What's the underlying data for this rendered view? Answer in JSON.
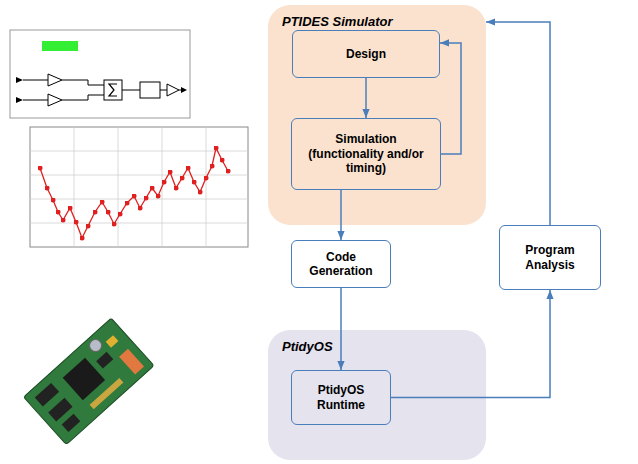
{
  "diagram": {
    "nodes": [
      {
        "text": [
          "PTIDES Simulator"
        ]
      },
      {
        "text": [
          "Design"
        ],
        "in": 0
      },
      {
        "text": [
          "Simulation (functionality and/or timing)"
        ],
        "in": 0
      },
      {
        "text": [
          "Code Generation"
        ]
      },
      {
        "text": [
          "PtidyOS"
        ]
      },
      {
        "text": [
          "PtidyOS Runtime"
        ],
        "in": 4
      },
      {
        "text": [
          "Program Analysis"
        ]
      }
    ],
    "edges": [
      {
        "from": 1,
        "to": 2,
        "arrow": "to"
      },
      {
        "from": 2,
        "to": 1,
        "arrow": "to"
      },
      {
        "from": 2,
        "to": 3,
        "arrow": "to"
      },
      {
        "from": 3,
        "to": 5,
        "arrow": "to"
      },
      {
        "from": 5,
        "to": 6,
        "arrow": "to"
      },
      {
        "from": 6,
        "to": 0,
        "arrow": "to"
      }
    ]
  }
}
